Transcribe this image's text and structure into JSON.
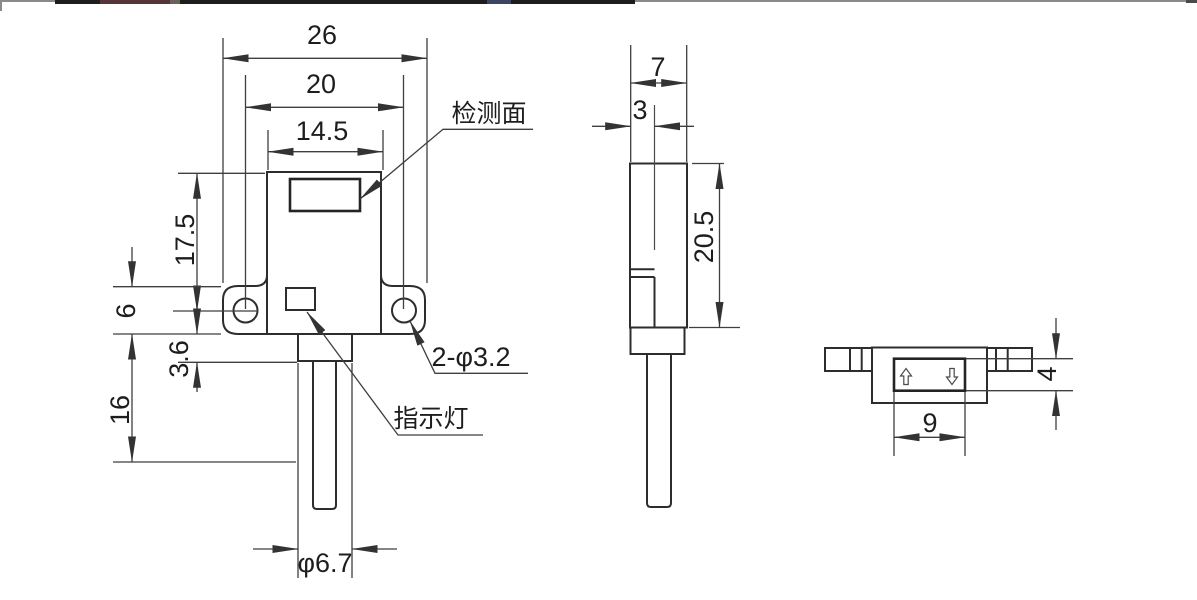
{
  "drawing_title": "sensor outline dimension drawing",
  "labels": {
    "detection_face": "检测面",
    "indicator_light": "指示灯",
    "mounting_holes": "2-φ3.2"
  },
  "dims_front": {
    "overall_width": "26",
    "hole_spacing": "20",
    "body_width": "14.5",
    "top_to_hole_center": "17.5",
    "ear_section_height": "6",
    "gland_depth": "3.6",
    "lower_section": "16",
    "cable_diameter": "φ6.7"
  },
  "dims_side": {
    "thickness": "7",
    "optical_axis_offset": "3",
    "body_height": "20.5"
  },
  "dims_top": {
    "window_width": "9",
    "window_depth": "4"
  }
}
